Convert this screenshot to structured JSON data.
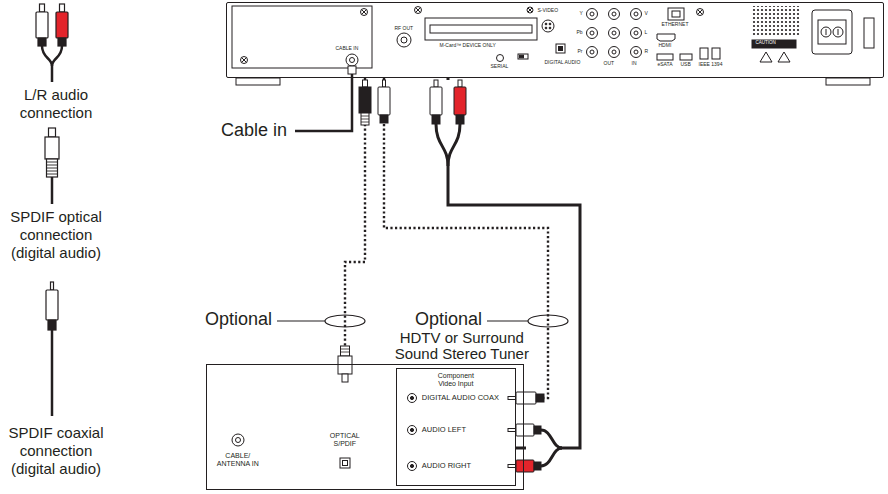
{
  "diagram": {
    "nodes": [
      {
        "text": [
          "CABLE IN",
          "RF OUT",
          "M-Card™ DEVICE ONLY",
          "SERIAL",
          "S-VIDEO",
          "Y",
          "Pb",
          "Pr",
          "DIGITAL AUDIO",
          "V",
          "L",
          "R",
          "OUT",
          "IN",
          "ETHERNET",
          "HDMI",
          "eSATA",
          "USB",
          "IEEE 1394",
          "CAUTION"
        ]
      },
      {
        "text": [
          "HDTV or Surround Sound Stereo Tuner",
          "CABLE/ ANTENNA IN",
          "OPTICAL S/PDIF"
        ]
      },
      {
        "text": [
          "Component Video Input",
          "DIGITAL AUDIO COAX",
          "AUDIO LEFT",
          "AUDIO RIGHT"
        ],
        "in": 1
      }
    ],
    "edges": [
      {
        "from": 0,
        "to": 1,
        "arrow": "none"
      },
      {
        "from": 0,
        "to": 2,
        "arrow": "none"
      },
      {
        "from": 0,
        "to": 2,
        "arrow": "none"
      }
    ],
    "labels": [
      "L/R audio connection",
      "SPDIF optical connection (digital audio)",
      "SPDIF coaxial connection (digital audio)",
      "Cable in",
      "Optional",
      "Optional"
    ]
  }
}
